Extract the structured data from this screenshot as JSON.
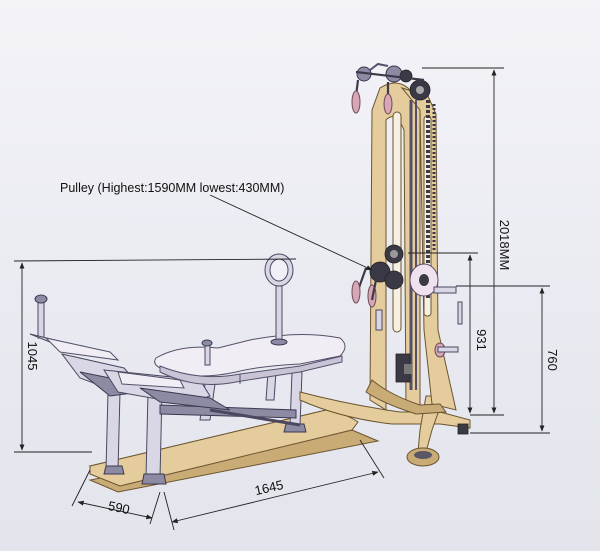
{
  "callout": {
    "pulley_label": "Pulley (Highest:1590MM  lowest:430MM)"
  },
  "dimensions": {
    "total_height": "2018MM",
    "bench_height": "1045",
    "pulley_to_floor": "931",
    "tower_side": "760",
    "bench_width": "590",
    "bench_length": "1645"
  },
  "colors": {
    "wood": "#e4cc9c",
    "metal": "#d9d6e6",
    "dimension_line": "#222222"
  }
}
